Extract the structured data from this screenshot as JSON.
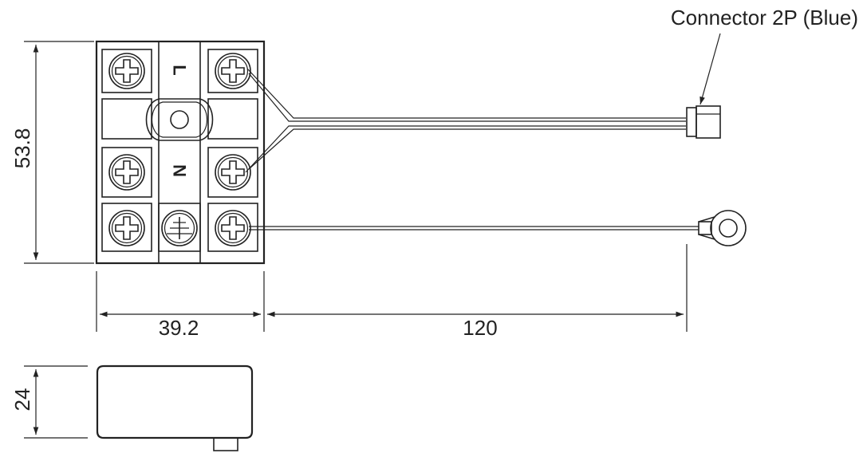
{
  "callout": {
    "connector_label": "Connector 2P (Blue)"
  },
  "terminal_labels": {
    "live": "L",
    "neutral": "N"
  },
  "dimensions": {
    "height_top_view": "53.8",
    "width_block": "39.2",
    "lead_length": "120",
    "height_side_view": "24"
  }
}
